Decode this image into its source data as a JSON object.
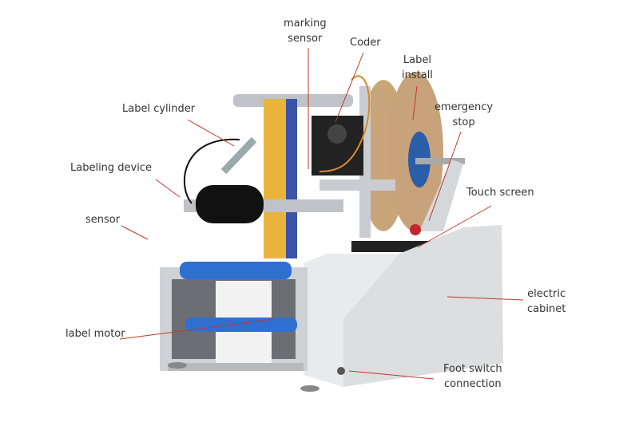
{
  "labels": {
    "marking_sensor": [
      "marking",
      "sensor"
    ],
    "coder": [
      "Coder"
    ],
    "label_install": [
      "Label",
      "install"
    ],
    "emergency_stop": [
      "emergency",
      "stop"
    ],
    "label_cylinder": [
      "Label cylinder"
    ],
    "labeling_device": [
      "Labeling device"
    ],
    "touch_screen": [
      "Touch screen"
    ],
    "sensor": [
      "sensor"
    ],
    "electric_cabinet": [
      "electric",
      "cabinet"
    ],
    "label_motor": [
      "label motor"
    ],
    "foot_switch": [
      "Foot switch",
      "connection"
    ]
  },
  "colors": {
    "leader": "#c0392b",
    "text": "#333333"
  }
}
